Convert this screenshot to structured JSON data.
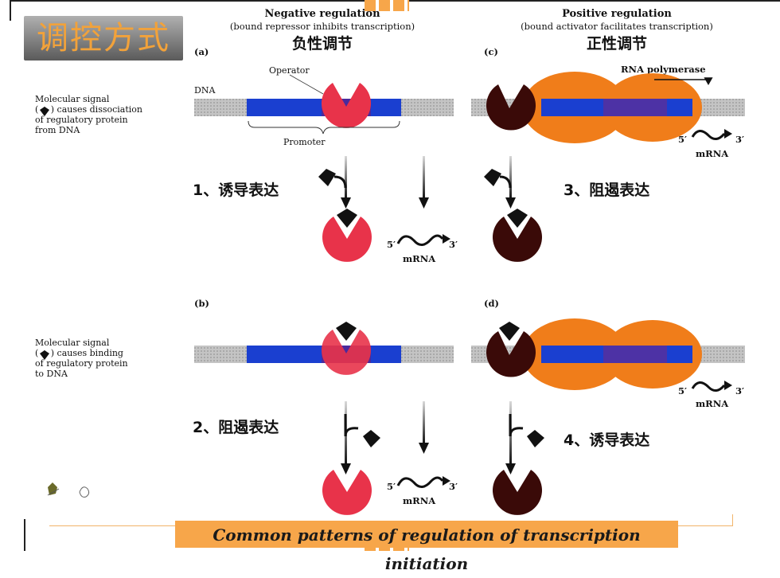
{
  "slide_title": "调控方式",
  "columns": {
    "negative": {
      "heading": "Negative regulation",
      "sub": "(bound repressor inhibits transcription)",
      "cn": "负性调节"
    },
    "positive": {
      "heading": "Positive regulation",
      "sub": "(bound activator facilitates transcription)",
      "cn": "正性调节"
    }
  },
  "panels": {
    "a": "(a)",
    "b": "(b)",
    "c": "(c)",
    "d": "(d)"
  },
  "side_notes": {
    "top": [
      "Molecular signal",
      "( ◆ ) causes dissociation",
      "of regulatory protein",
      "from DNA"
    ],
    "bottom": [
      "Molecular signal",
      "( ◆ ) causes binding",
      "of regulatory protein",
      "to DNA"
    ]
  },
  "labels": {
    "dna": "DNA",
    "operator": "Operator",
    "promoter": "Promoter",
    "rna_polymerase": "RNA polymerase",
    "five_prime": "5′",
    "three_prime": "3′",
    "mrna": "mRNA"
  },
  "modes": {
    "m1": "1、诱导表达",
    "m2": "2、阻遏表达",
    "m3": "3、阻遏表达",
    "m4": "4、诱导表达"
  },
  "caption": "Common patterns of regulation of transcription initiation",
  "colors": {
    "repressor": "#e8334a",
    "activator": "#3a0a08",
    "polymerase": "#f07d1a",
    "promoter_blue": "#1a3fd0",
    "operator_purple": "#4a2a9c",
    "dna_gray": "#bdbdbd",
    "accent_orange": "#f7a64a",
    "title_text": "#f2a23a"
  }
}
